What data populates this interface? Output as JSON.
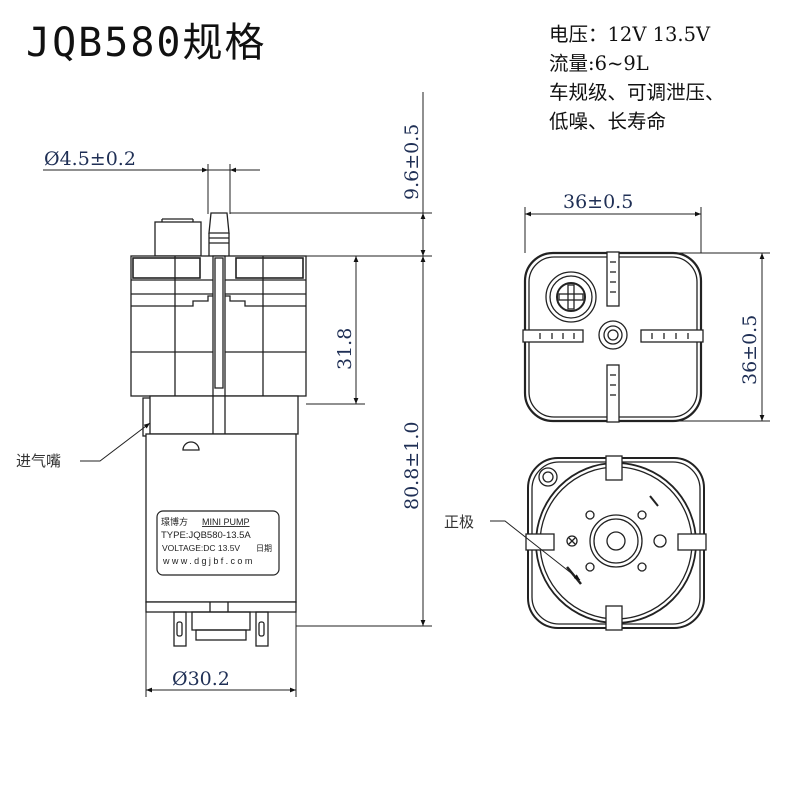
{
  "title": "JQB580规格",
  "specs": {
    "voltage": "电压：12V 13.5V",
    "flow": "流量:6~9L",
    "features_line1": "车规级、可调泄压、",
    "features_line2": "低噪、长寿命"
  },
  "dimensions": {
    "nozzle_diameter": "Ø4.5±0.2",
    "nozzle_height": "9.6±0.5",
    "head_height": "31.8",
    "body_height": "80.8±1.0",
    "body_diameter": "Ø30.2",
    "top_width": "36±0.5",
    "top_depth": "36±0.5"
  },
  "callouts": {
    "inlet": "进气嘴",
    "positive": "正极"
  },
  "nameplate": {
    "brand": "璟博方",
    "product": "MINI PUMP",
    "type": "TYPE:JQB580-13.5A",
    "voltage": "VOLTAGE:DC 13.5V",
    "date_label": "日期",
    "website": "www.dgjbf.com"
  },
  "colors": {
    "line": "#222222",
    "dimension_text": "#1f2f55",
    "background": "#ffffff"
  }
}
